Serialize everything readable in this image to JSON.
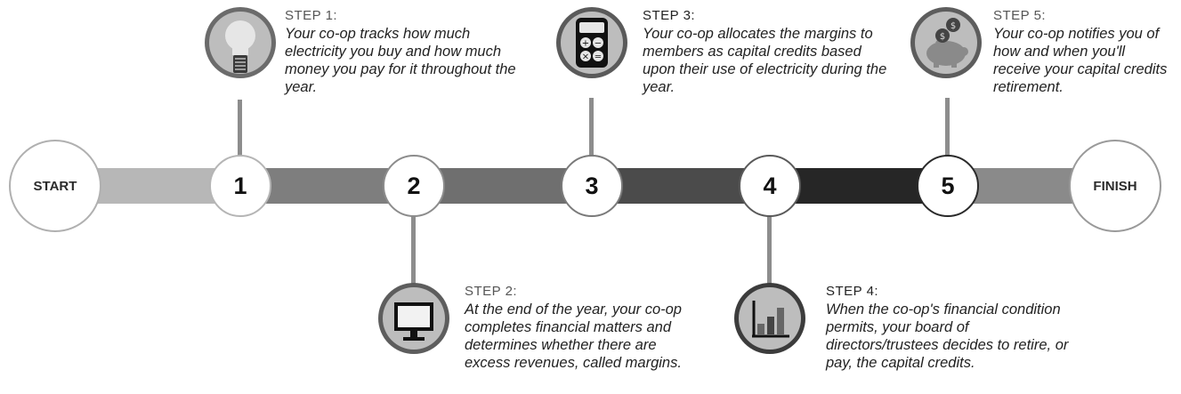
{
  "start_label": "START",
  "finish_label": "FINISH",
  "nodes": [
    "1",
    "2",
    "3",
    "4",
    "5"
  ],
  "steps": [
    {
      "label": "STEP 1:",
      "text": "Your co-op tracks how much electricity you buy and how much money you pay for it throughout the year.",
      "icon": "lightbulb-icon"
    },
    {
      "label": "STEP 2:",
      "text": "At the end of the year, your co-op completes financial matters and determines whether there are excess revenues, called margins.",
      "icon": "computer-monitor-icon"
    },
    {
      "label": "STEP 3:",
      "text": "Your co-op allocates the margins to members as capital credits based upon their use of electricity during the year.",
      "icon": "calculator-icon"
    },
    {
      "label": "STEP 4:",
      "text": "When the co-op's financial condition permits, your board of directors/trustees decides to retire, or pay, the capital credits.",
      "icon": "bar-chart-icon"
    },
    {
      "label": "STEP 5:",
      "text": "Your co-op notifies you of how and when you'll receive your capital credits retirement.",
      "icon": "piggy-bank-icon"
    }
  ],
  "colors": {
    "segment_start": "#b7b7b7",
    "segment_1": "#7e7e7e",
    "segment_2": "#6f6f6f",
    "segment_3": "#4b4b4b",
    "segment_4": "#262626",
    "segment_5": "#8a8a8a"
  }
}
